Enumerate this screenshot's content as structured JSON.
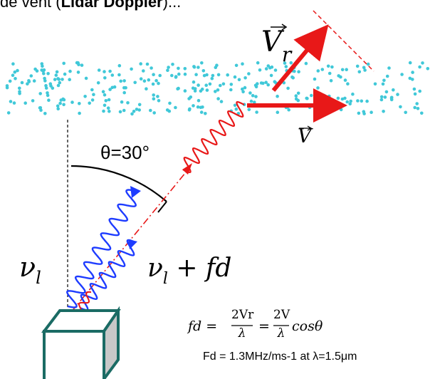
{
  "caption": {
    "prefix": "de vent (",
    "bold": "Lidar Doppler",
    "suffix": ")..."
  },
  "labels": {
    "theta": "θ=30°",
    "vr_main": "V",
    "vr_sub": "r",
    "v_main": "V",
    "nu_left_main": "ν",
    "nu_left_sub": "l",
    "nu_right_main": "ν",
    "nu_right_sub": "l",
    "nu_right_tail": " + fd"
  },
  "formula": {
    "lhs": "fd =",
    "num1": "2Vr",
    "den1": "λ",
    "eq2": "=",
    "num2": "2V",
    "den2": "λ",
    "tail": "cosθ",
    "note": "Fd = 1.3MHz/ms-1 at λ=1.5μm"
  },
  "colors": {
    "particles": "#40c8d8",
    "arrow": "#e81818",
    "emitted_wave": "#1e3cff",
    "backscatter_wave": "#e81818",
    "box_outline": "#1a6b64",
    "box_side": "#c8c8c8"
  },
  "icons": {
    "lidar": "lidar-box-icon"
  }
}
